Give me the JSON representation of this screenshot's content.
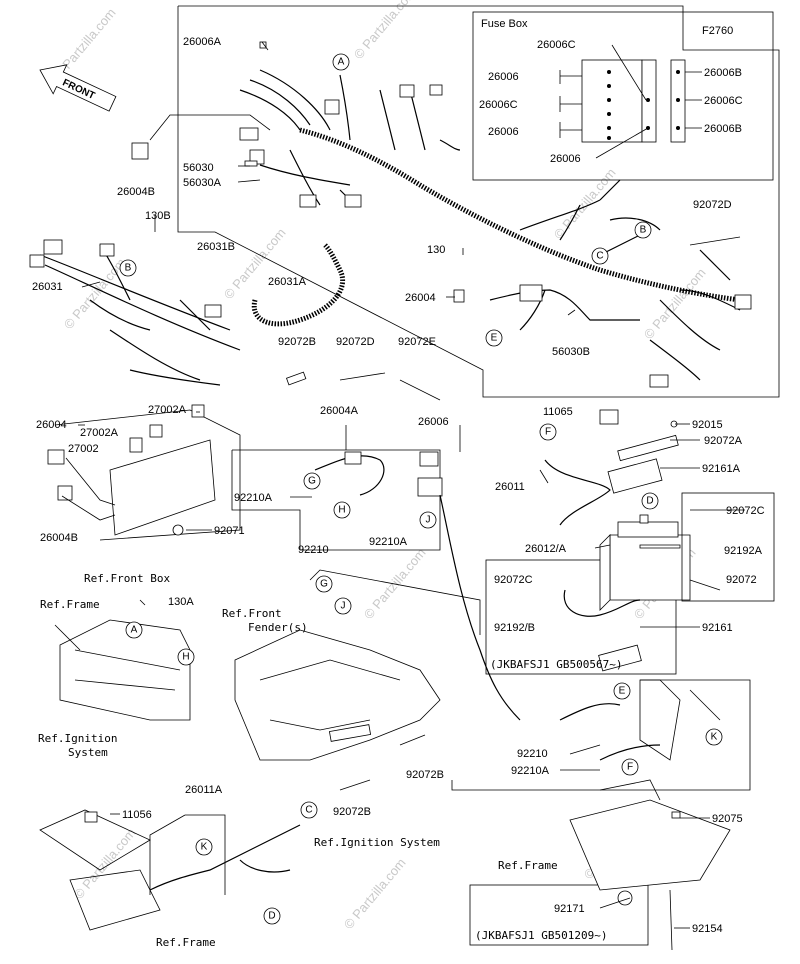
{
  "diagram": {
    "code": "F2760",
    "front_label": "FRONT",
    "fuse_box_title": "Fuse Box",
    "watermark": "© Partzilla.com",
    "fuse_box_parts": {
      "p26006C_top": "26006C",
      "p26006_a": "26006",
      "p26006C_left": "26006C",
      "p26006_b": "26006",
      "p26006_c": "26006",
      "p26006B_a": "26006B",
      "p26006C_right": "26006C",
      "p26006B_b": "26006B"
    },
    "parts": {
      "p26006A": "26006A",
      "p56030": "56030",
      "p56030A": "56030A",
      "p26004B_top": "26004B",
      "p26031B": "26031B",
      "p130B": "130B",
      "p26031": "26031",
      "p26031A": "26031A",
      "p130": "130",
      "p26004_mid": "26004",
      "p56030B": "56030B",
      "p92072D_right": "92072D",
      "p92072B": "92072B",
      "p92072D": "92072D",
      "p92072E": "92072E",
      "p27002A_top": "27002A",
      "p26004_left": "26004",
      "p27002A": "27002A",
      "p27002": "27002",
      "p26004B_left": "26004B",
      "p92071": "92071",
      "p26004A": "26004A",
      "p26006_mid": "26006",
      "p92210A_1": "92210A",
      "p92210": "92210",
      "p92210A_2": "92210A",
      "p11065": "11065",
      "p92015": "92015",
      "p92072A": "92072A",
      "p92161A": "92161A",
      "p26011": "26011",
      "p92072C_r": "92072C",
      "p26012A": "26012/A",
      "p92192A": "92192A",
      "p92072C_l": "92072C",
      "p92072": "92072",
      "p92192B": "92192/B",
      "p92161": "92161",
      "p130A": "130A",
      "p92072B_1": "92072B",
      "p92072B_2": "92072B",
      "p92210_2": "92210",
      "p92210A_3": "92210A",
      "p92075": "92075",
      "p26011A": "26011A",
      "p11056": "11056",
      "p92171": "92171",
      "p92154": "92154"
    },
    "refs": {
      "front_box": "Ref.Front Box",
      "frame_top": "Ref.Frame",
      "front_fender_1": "Ref.Front",
      "front_fender_2": "Fender(s)",
      "ignition_1": "Ref.Ignition",
      "ignition_2": "System",
      "ignition_system": "Ref.Ignition System",
      "frame_bottom": "Ref.Frame",
      "frame_right": "Ref.Frame"
    },
    "serial_notes": {
      "note_1": "(JKBAFSJ1 GB500567~)",
      "note_2": "(JKBAFSJ1 GB501209~)"
    },
    "callouts": {
      "A": "A",
      "B": "B",
      "C": "C",
      "D": "D",
      "E": "E",
      "F": "F",
      "G": "G",
      "H": "H",
      "J": "J",
      "K": "K"
    }
  }
}
